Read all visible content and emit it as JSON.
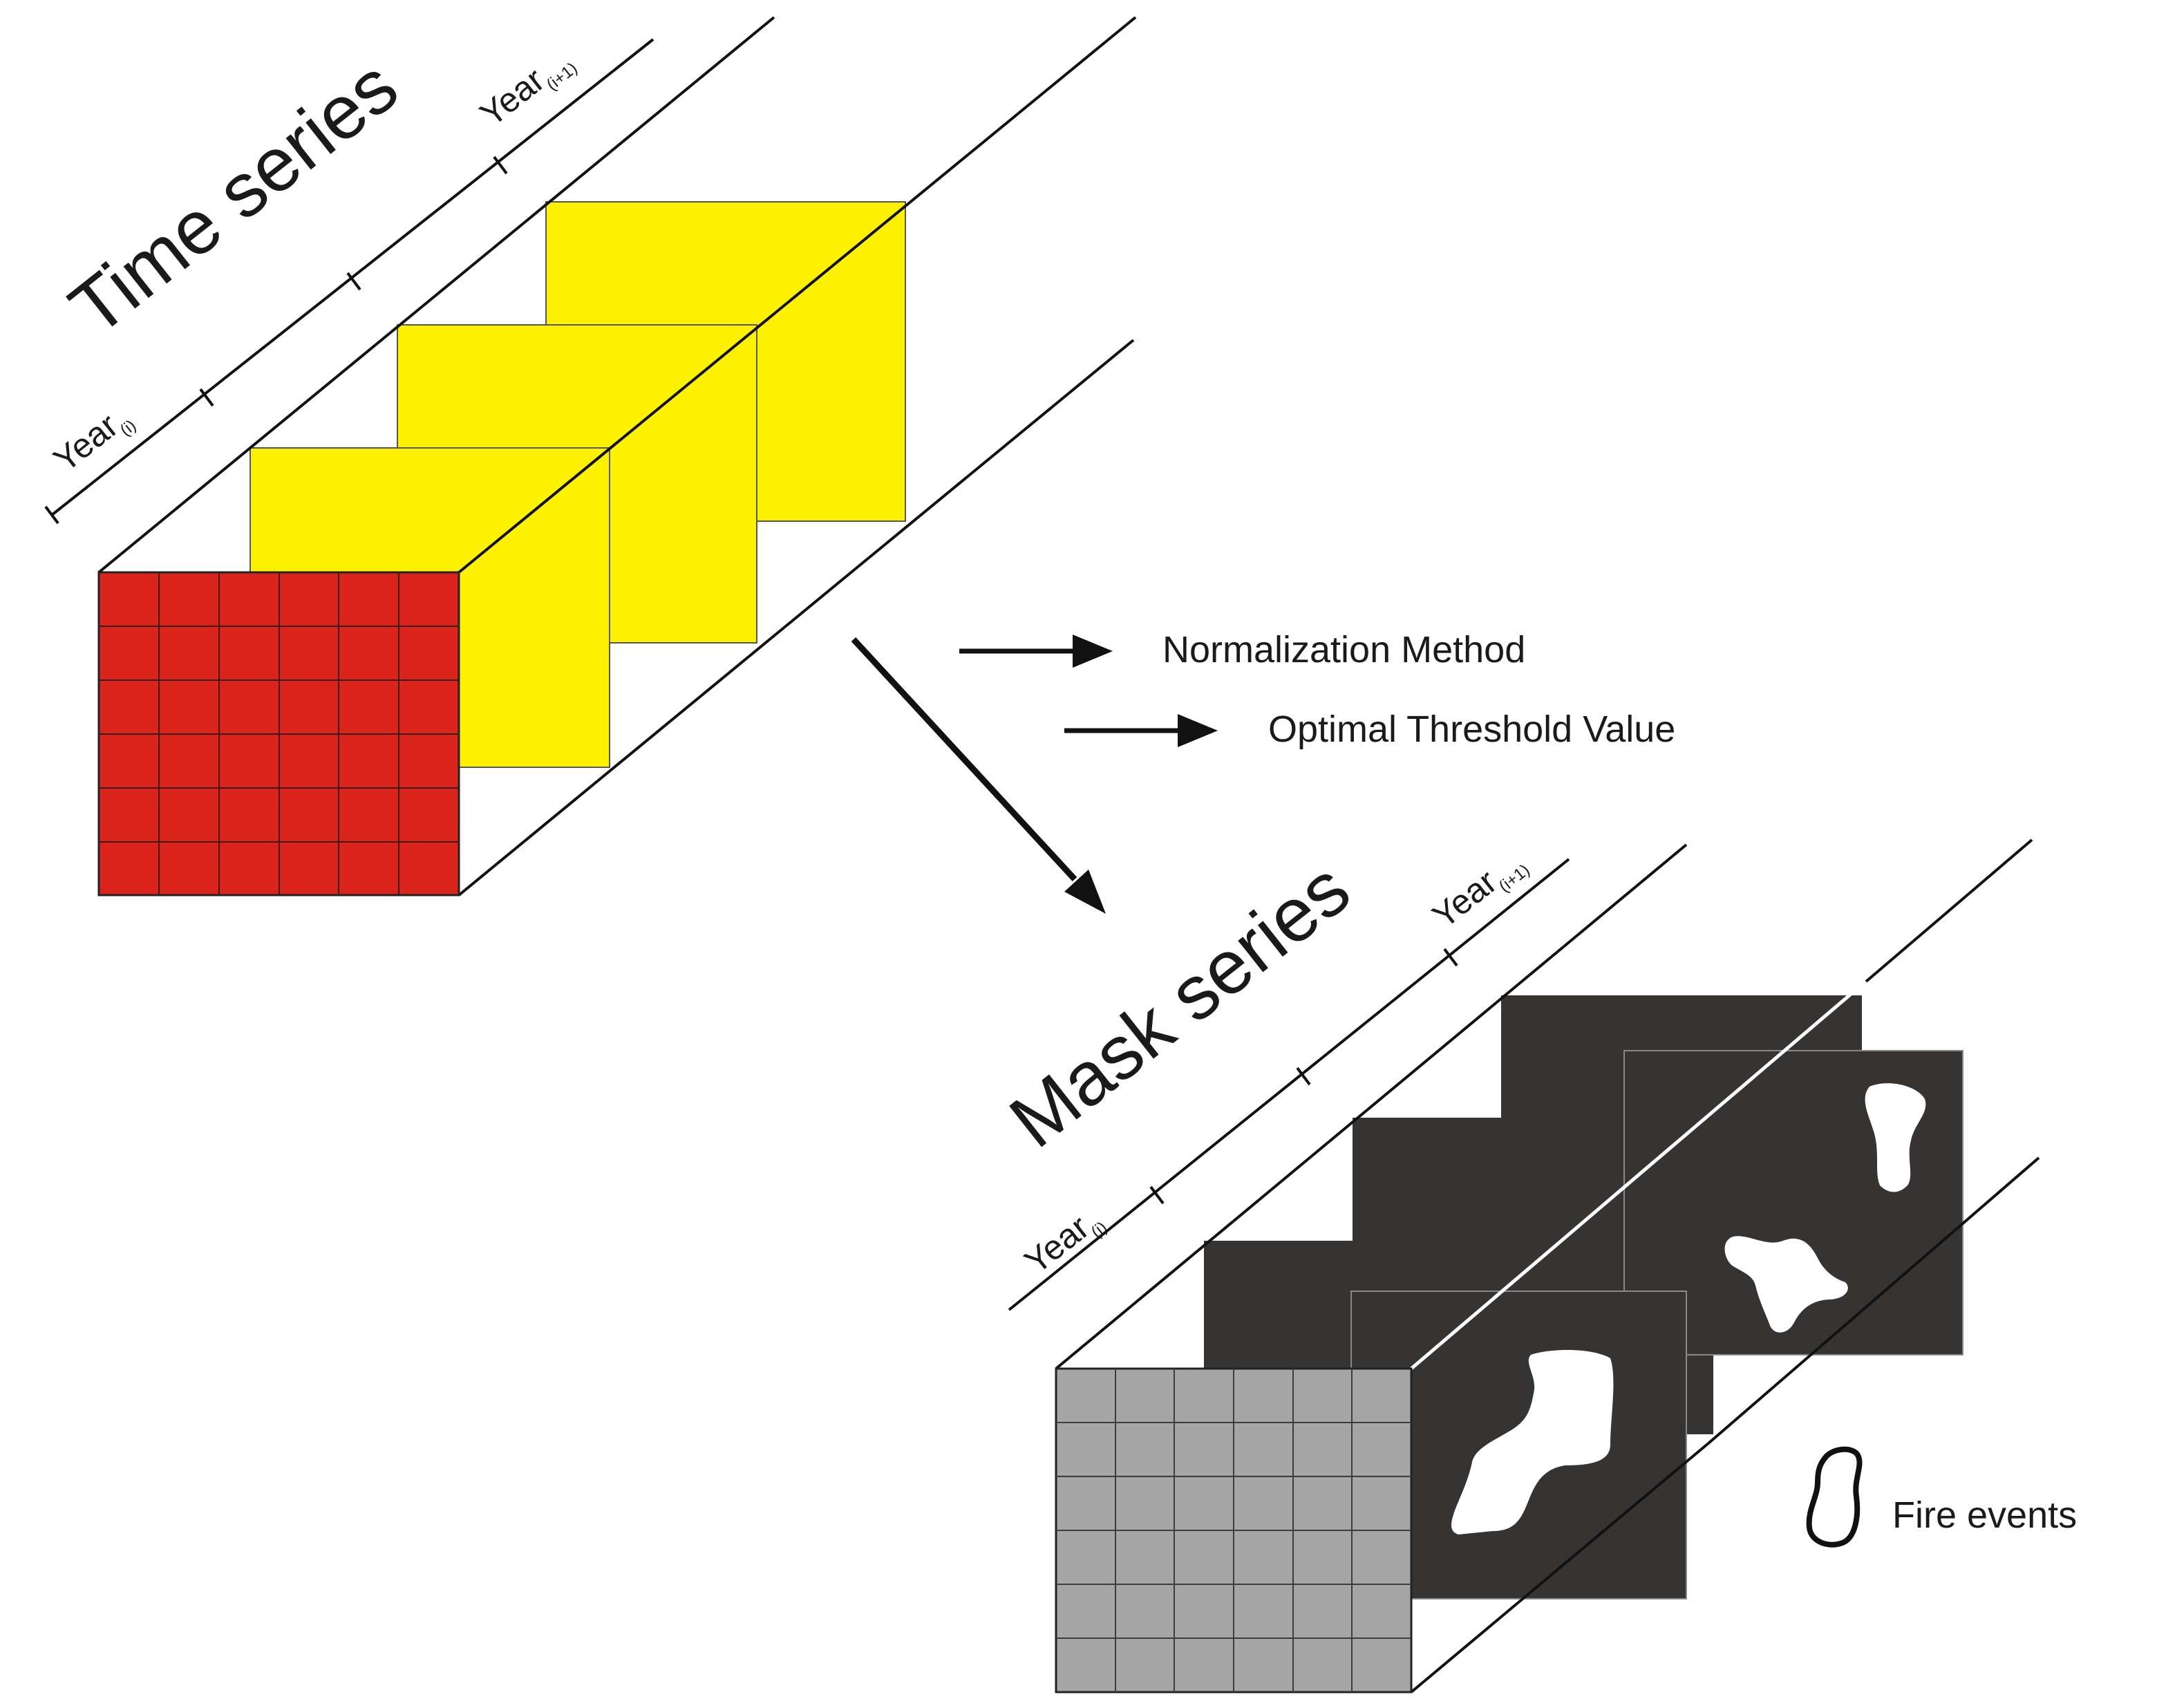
{
  "time_series": {
    "title": "Time series",
    "year_i": {
      "base": "Year",
      "sub": "(i)"
    },
    "year_i1": {
      "base": "Year",
      "sub": "(i+1)"
    }
  },
  "mask_series": {
    "title": "Mask series",
    "year_i": {
      "base": "Year",
      "sub": "(i)"
    },
    "year_i1": {
      "base": "Year",
      "sub": "(i+1)"
    }
  },
  "steps": {
    "normalization": "Normalization Method",
    "threshold": "Optimal Threshold Value"
  },
  "legend": {
    "fire_events": "Fire events"
  },
  "colors": {
    "raster_red": "#d9231b",
    "frame_yellow": "#fff200",
    "mask_dark": "#363432",
    "mask_grey": "#a6a6a6",
    "fire_white": "#ffffff",
    "line": "#111111"
  }
}
